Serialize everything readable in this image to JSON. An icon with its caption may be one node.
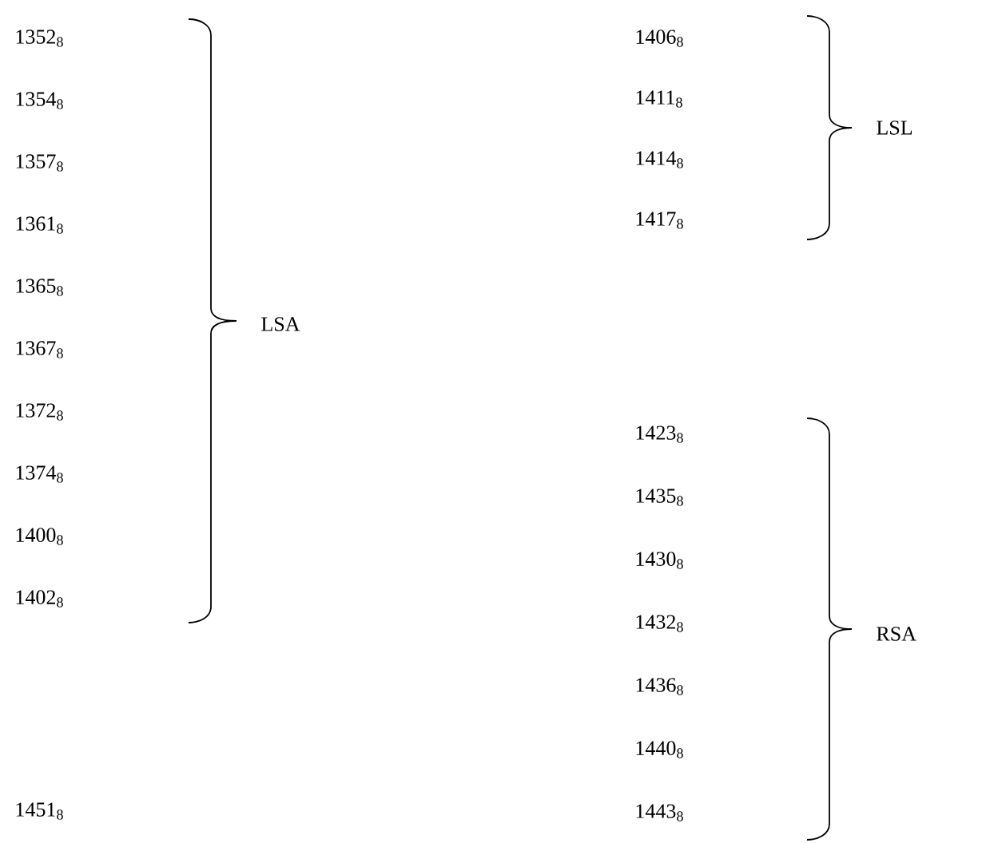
{
  "diagram": {
    "labels": [
      "1352$_{8}$",
      "1354$_{8}$",
      "1357$_{8}$",
      "1361$_{8}$",
      "1365$_{8}$",
      "1367$_{8}$",
      "1372$_{8}$",
      "1374$_{8}$",
      "1400$_{8}$",
      "1402$_{8}$",
      "1451$_{8}$",
      "LSA",
      "1406$_{8}$",
      "1411$_{8}$",
      "1414$_{8}$",
      "1417$_{8}$",
      "LSL",
      "1423$_{8}$",
      "1435$_{8}$",
      "1430$_{8}$",
      "1432$_{8}$",
      "1436$_{8}$",
      "1440$_{8}$",
      "1443$_{8}$",
      "RSA"
    ]
  }
}
